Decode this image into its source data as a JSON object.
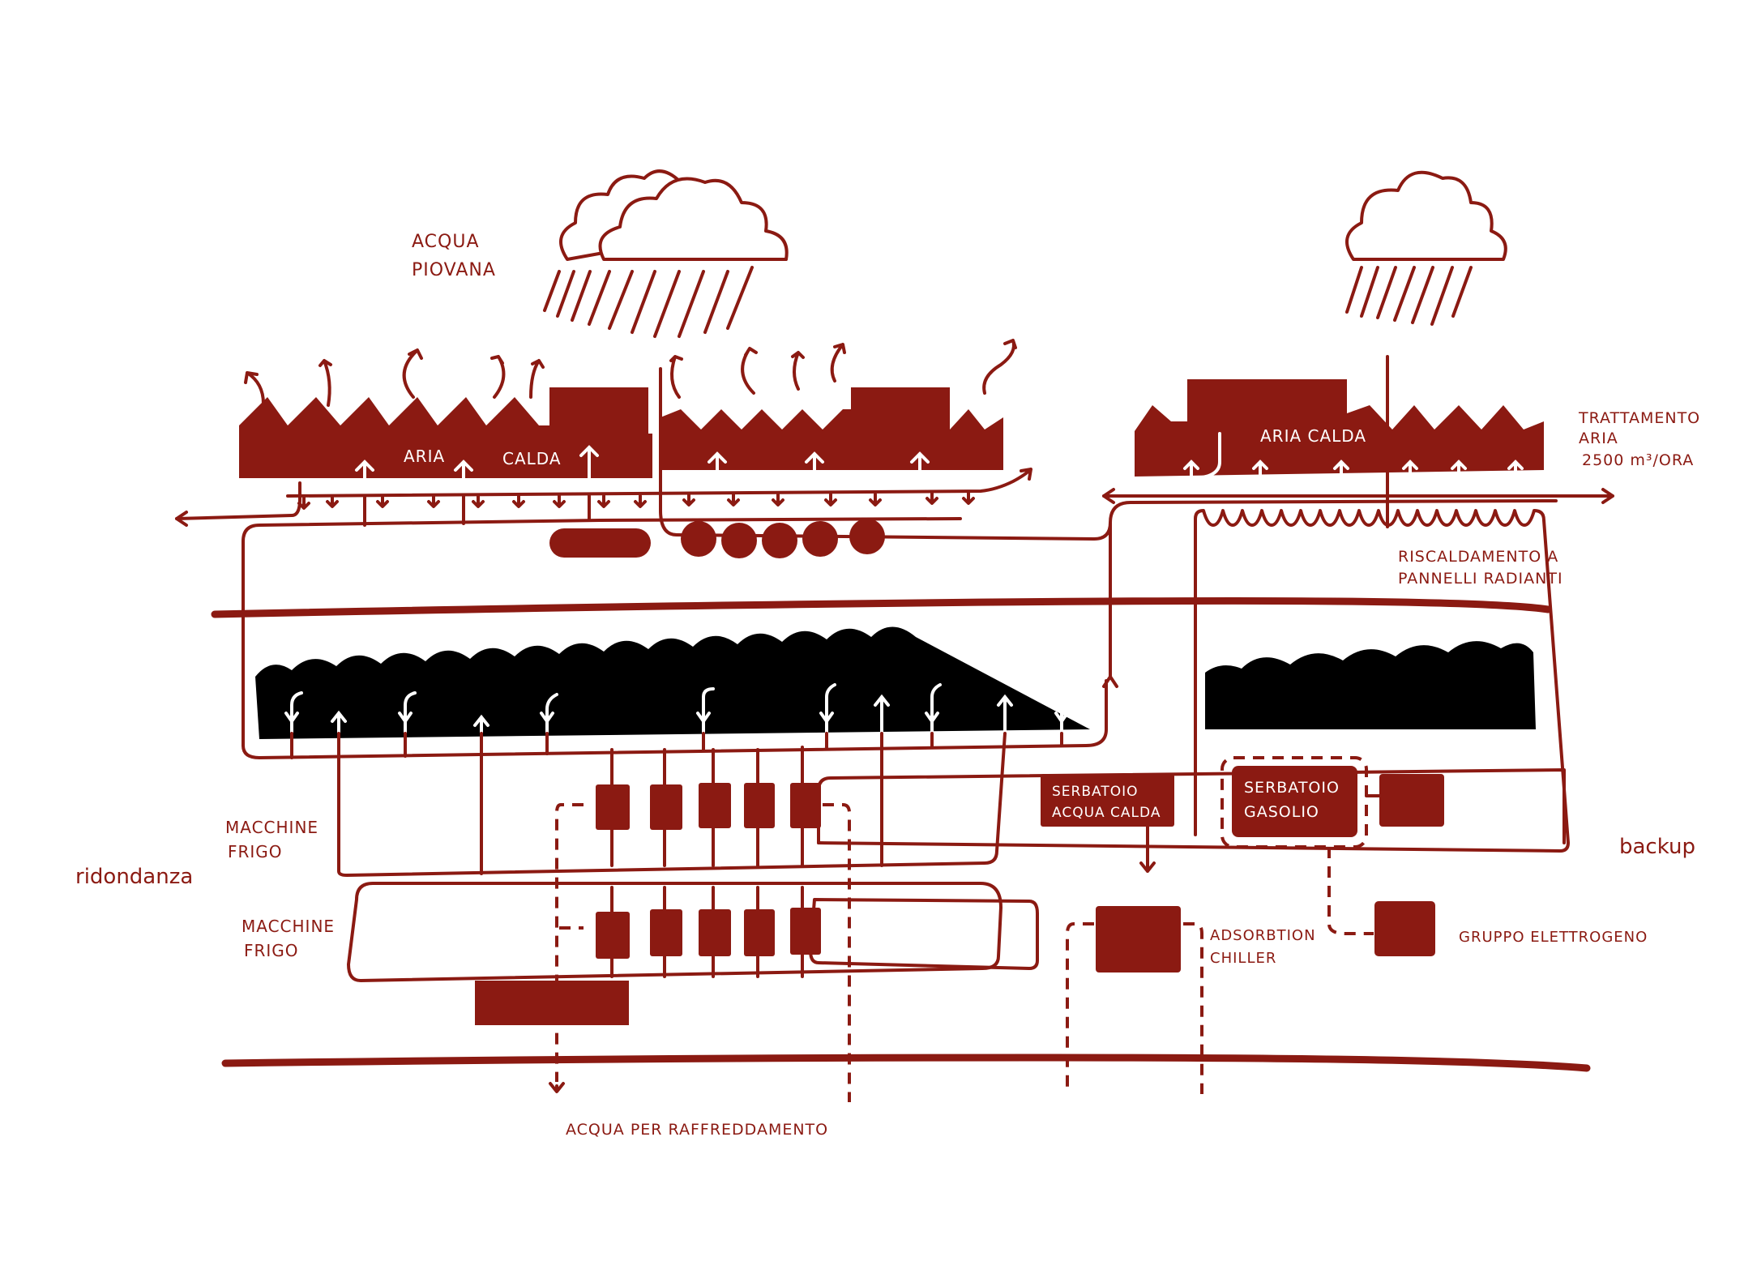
{
  "title": "Schema impianti data center",
  "colors": {
    "ink": "#8b1a12",
    "server": "#000000",
    "background": "#ffffff"
  },
  "labels": {
    "rain_water": [
      "ACQUA",
      "PIOVANA"
    ],
    "hot_air_left_1": "ARIA",
    "hot_air_left_2": "CALDA",
    "hot_air_right": "ARIA CALDA",
    "air_treatment": [
      "TRATTAMENTO",
      "ARIA",
      "2500 m³/ORA"
    ],
    "radiant_heating": [
      "RISCALDAMENTO A",
      "PANNELLI RADIANTI"
    ],
    "chillers_top": [
      "MACCHINE",
      "FRIGO"
    ],
    "chillers_bottom": [
      "MACCHINE",
      "FRIGO"
    ],
    "redundancy": "ridondanza",
    "hot_water_tank": [
      "SERBATOIO",
      "ACQUA CALDA"
    ],
    "diesel_tank": [
      "SERBATOIO",
      "GASOLIO"
    ],
    "backup": "backup",
    "absorption_chiller": [
      "ADSORBTION",
      "CHILLER"
    ],
    "generator": "GRUPPO ELETTROGENO",
    "cooling_water": "ACQUA PER RAFFREDDAMENTO"
  },
  "icons": [
    "rain-cloud-icon",
    "rain-cloud-icon",
    "rain-cloud-icon",
    "exhaust-arrow-icon"
  ]
}
